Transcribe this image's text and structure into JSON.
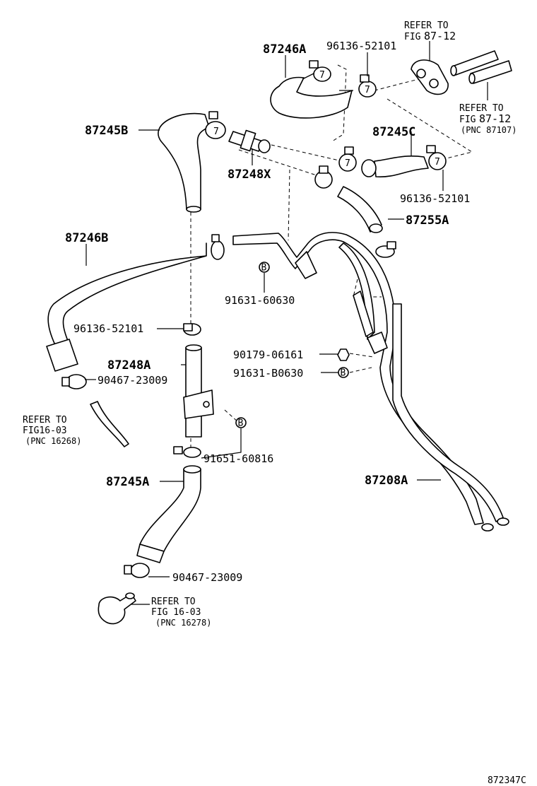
{
  "labels": {
    "p87246A": "87246A",
    "p96136_top": "96136-52101",
    "p87245B": "87245B",
    "p87248X": "87248X",
    "p87245C": "87245C",
    "p96136_right": "96136-52101",
    "p87255A": "87255A",
    "p87246B": "87246B",
    "p91631_60630": "91631-60630",
    "p96136_mid": "96136-52101",
    "p90179": "90179-06161",
    "p91631_B0630": "91631-B0630",
    "p87248A": "87248A",
    "p90467_upper": "90467-23009",
    "p91651": "91651-60816",
    "p87245A": "87245A",
    "p87208A": "87208A",
    "p90467_lower": "90467-23009",
    "bolt_marker": "B",
    "figure_id": "872347C"
  },
  "references": {
    "top_refer": "REFER TO",
    "top_fig_prefix": "FIG",
    "top_fig_num": "87-12",
    "right_refer": "REFER TO",
    "right_fig_prefix": "FIG",
    "right_fig_num": "87-12",
    "right_pnc": "(PNC 87107)",
    "left_refer": "REFER TO",
    "left_fig": "FIG16-03",
    "left_pnc": "(PNC 16268)",
    "bottom_refer": "REFER TO",
    "bottom_fig": "FIG 16-03",
    "bottom_pnc": "(PNC 16278)"
  }
}
